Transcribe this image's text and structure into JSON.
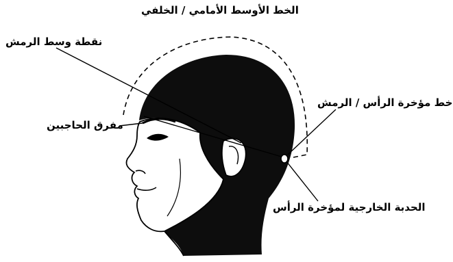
{
  "labels": {
    "top_line": "الخط الأوسط الأمامي / الخلفي",
    "mid_lash_point": "نقطة وسط الرمش",
    "eyebrow_parting": "مفرق الحاجبين",
    "occiput_lash_line": "خط مؤخرة الرأس / الرمش",
    "external_occipital_bump": "الحدبة الخارجية لمؤخرة الرأس"
  },
  "colors": {
    "ink": "#000000",
    "skin": "#ffffff",
    "background": "#ffffff"
  }
}
